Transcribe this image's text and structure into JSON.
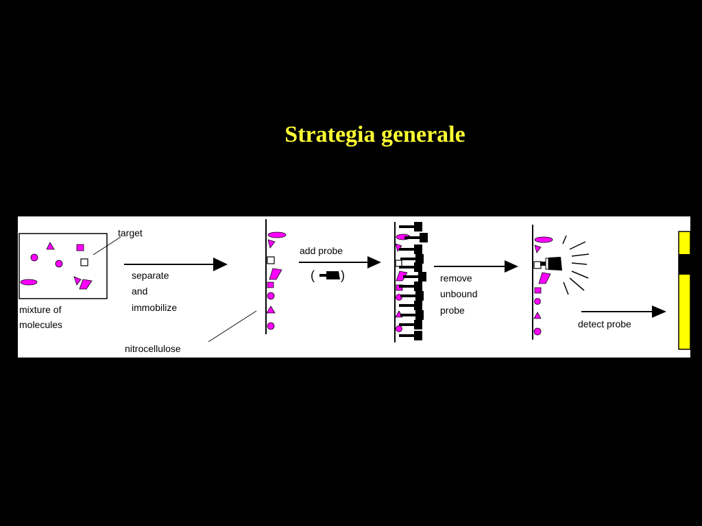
{
  "slide": {
    "title": "Strategia generale"
  },
  "diagram": {
    "labels": {
      "target": "target",
      "mixture_line1": "mixture  of",
      "mixture_line2": "molecules",
      "separate_line1": "separate",
      "separate_line2": "and",
      "separate_line3": "immobilize",
      "nitrocellulose": "nitrocellulose",
      "add_probe": "add probe",
      "remove_line1": "remove",
      "remove_line2": "unbound",
      "remove_line3": "probe",
      "detect_probe": "detect  probe"
    },
    "colors": {
      "molecule": "#ff00ff",
      "background": "#ffffff",
      "probe": "#000000",
      "result_band": "#ffff00",
      "title": "#ffff33"
    },
    "icons": [
      "molecule-shapes",
      "probe-icon",
      "signal-rays-icon",
      "arrow-icon"
    ]
  }
}
